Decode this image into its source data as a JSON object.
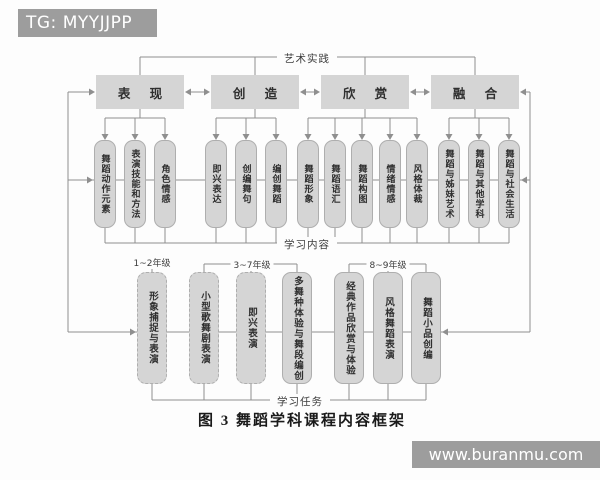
{
  "watermarks": {
    "top": "TG: MYYJJPP",
    "bottom": "www.buranmu.com"
  },
  "diagram": {
    "top_band_label": "艺术实践",
    "middle_band_label": "学习内容",
    "bottom_band_label": "学习任务",
    "caption": "图 3  舞蹈学科课程内容框架",
    "categories": [
      {
        "label": "表 现",
        "items": [
          "舞蹈动作元素",
          "表演技能和方法",
          "角色情感"
        ]
      },
      {
        "label": "创 造",
        "items": [
          "即兴表达",
          "创编舞句",
          "编创舞蹈"
        ]
      },
      {
        "label": "欣 赏",
        "items": [
          "舞蹈形象",
          "舞蹈语汇",
          "舞蹈构图",
          "情绪情感",
          "风格体裁"
        ]
      },
      {
        "label": "融 合",
        "items": [
          "舞蹈与姊妹艺术",
          "舞蹈与其他学科",
          "舞蹈与社会生活"
        ]
      }
    ],
    "grade_groups": [
      {
        "label": "1~2年级",
        "tasks": [
          "形象捕捉与表演"
        ]
      },
      {
        "label": "3~7年级",
        "tasks": [
          "小型歌舞剧表演",
          "即兴表演",
          "多舞种体验与舞段编创"
        ]
      },
      {
        "label": "8~9年级",
        "tasks": [
          "经典作品欣赏与体验",
          "风格舞蹈表演",
          "舞蹈小品创编"
        ]
      }
    ]
  },
  "colors": {
    "background": "#fdfdfd",
    "box_fill": "#d5d5d5",
    "box_border": "#aeaeae",
    "line": "#8f8f8f",
    "text": "#2f2f2f",
    "label_text": "#3c3c3c",
    "caption_text": "#1a1a1a",
    "watermark_bg": "#9d9d9d",
    "watermark_text": "#ffffff"
  }
}
